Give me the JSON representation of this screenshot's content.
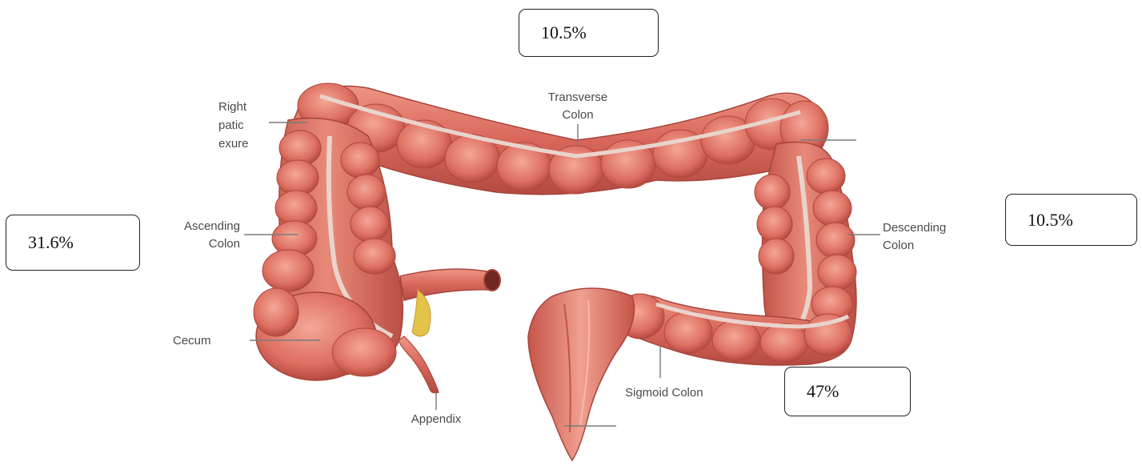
{
  "labels": {
    "right_hepatic_flexure": [
      "Right",
      "patic",
      "exure"
    ],
    "transverse_colon": [
      "Transverse",
      "Colon"
    ],
    "ascending_colon": [
      "Ascending",
      "Colon"
    ],
    "descending_colon": [
      "Descending",
      "Colon"
    ],
    "cecum": "Cecum",
    "appendix": "Appendix",
    "sigmoid_colon": "Sigmoid Colon"
  },
  "percentages": {
    "transverse": "10.5%",
    "ascending": "31.6%",
    "descending": "10.5%",
    "sigmoid": "47%"
  },
  "colors": {
    "colon_fill": "#d9665a",
    "colon_dark": "#b8463f",
    "colon_light": "#ef9d8c",
    "mesentery": "#e8d6cf",
    "appendix_fat": "#e3c34a"
  }
}
